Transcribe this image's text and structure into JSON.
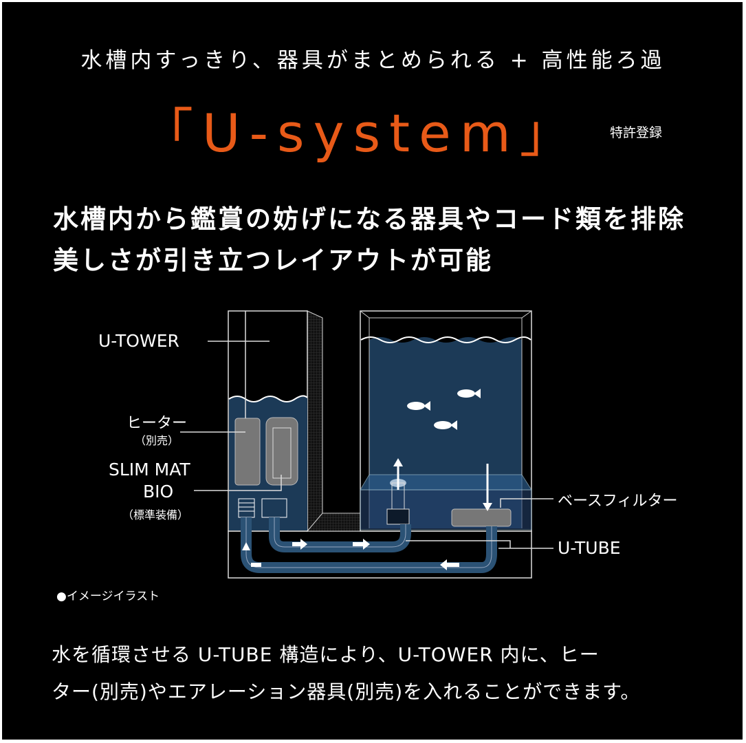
{
  "header": {
    "tagline": "水槽内すっきり、器具がまとめられる + 高性能ろ過",
    "brand": "「U-system」",
    "patent": "特許登録"
  },
  "lead": [
    "水槽内から鑑賞の妨げになる器具やコード類を排除",
    "美しさが引き立つレイアウトが可能"
  ],
  "diagram": {
    "labels": {
      "u_tower": "U-TOWER",
      "heater": "ヒーター",
      "heater_note": "（別売）",
      "slim_mat_1": "SLIM MAT",
      "slim_mat_2": "BIO",
      "slim_mat_note": "（標準装備）",
      "base_filter": "ベースフィルター",
      "u_tube": "U-TUBE"
    },
    "note": "●イメージイラスト",
    "colors": {
      "water": "#1c3a57",
      "accent": "#e85a18"
    }
  },
  "body": [
    "水を循環させる U-TUBE 構造により、U-TOWER 内に、ヒー",
    "ター(別売)やエアレーション器具(別売)を入れることができます。"
  ]
}
